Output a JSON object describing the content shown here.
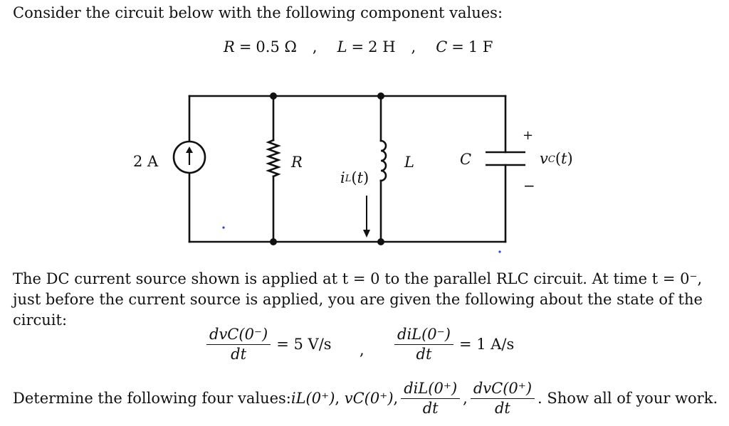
{
  "intro": "Consider the circuit below with the following component values:",
  "components": {
    "R": {
      "symbol": "R",
      "value": "0.5 Ω"
    },
    "L": {
      "symbol": "L",
      "value": "2 H"
    },
    "C": {
      "symbol": "C",
      "value": "1 F"
    },
    "separator": ","
  },
  "circuit": {
    "source_label": "2 A",
    "resistor_label": "R",
    "inductor_label": "L",
    "capacitor_label": "C",
    "inductor_current_label": "iL(t)",
    "capacitor_voltage_label": "vC(t)",
    "plus": "+",
    "minus": "−"
  },
  "para": {
    "line1": "The DC current source shown is applied at t = 0 to the parallel RLC circuit. At time t = 0⁻,",
    "line2": "just before the current source is applied, you are given the following about the state of the",
    "line3": "circuit:"
  },
  "given": {
    "eq1": {
      "num": "dvC(0⁻)",
      "den": "dt",
      "rhs": "= 5 V/s"
    },
    "eq2": {
      "num": "diL(0⁻)",
      "den": "dt",
      "rhs": "= 1 A/s"
    },
    "separator": ","
  },
  "question": {
    "prefix": "Determine the following four values: ",
    "item1": "iL(0⁺)",
    "item2": "vC(0⁺)",
    "frac1": {
      "num": "diL(0⁺)",
      "den": "dt"
    },
    "frac2": {
      "num": "dvC(0⁺)",
      "den": "dt"
    },
    "suffix": ". Show all of your work."
  }
}
